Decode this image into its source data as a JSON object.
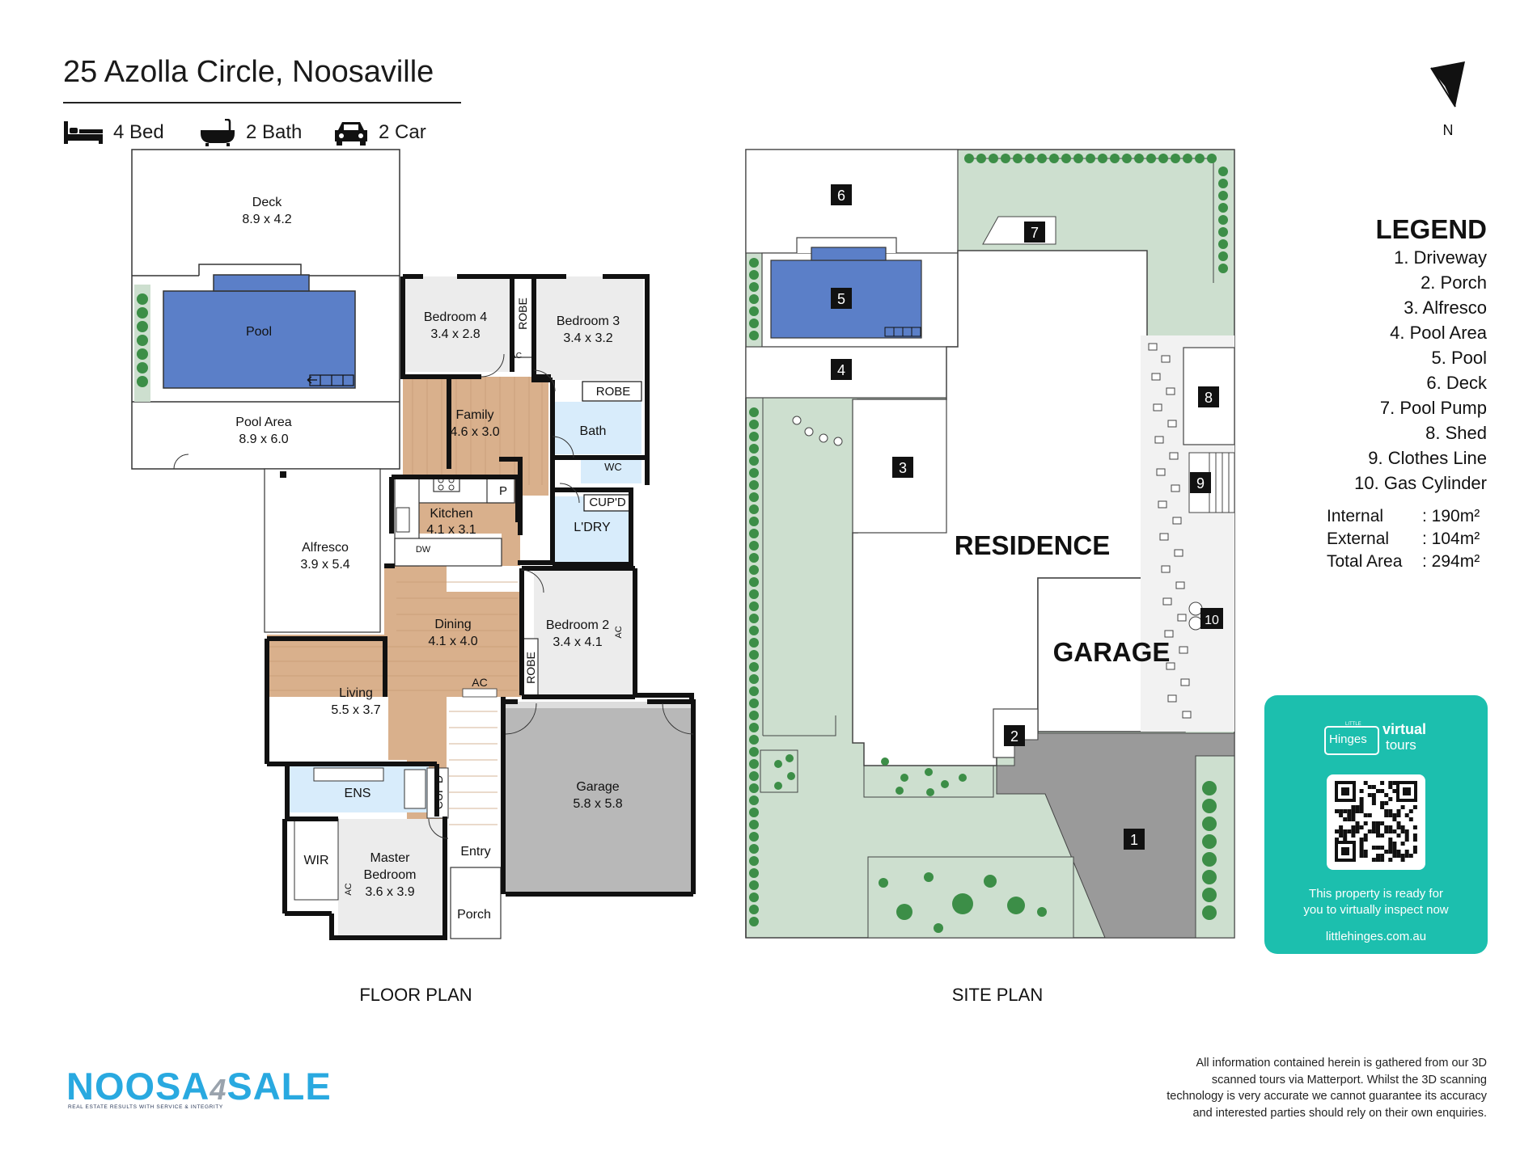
{
  "header": {
    "title": "25 Azolla Circle, Noosaville",
    "features": [
      {
        "icon": "bed-icon",
        "label": "4 Bed"
      },
      {
        "icon": "bath-icon",
        "label": "2 Bath"
      },
      {
        "icon": "car-icon",
        "label": "2 Car"
      }
    ]
  },
  "compass": {
    "label": "N"
  },
  "floor_plan": {
    "caption": "FLOOR PLAN",
    "rooms": [
      {
        "name": "Deck",
        "size": "8.9 x 4.2"
      },
      {
        "name": "Pool",
        "size": ""
      },
      {
        "name": "Pool Area",
        "size": "8.9 x 6.0"
      },
      {
        "name": "Bedroom 4",
        "size": "3.4 x 2.8"
      },
      {
        "name": "Bedroom 3",
        "size": "3.4 x 3.2"
      },
      {
        "name": "Family",
        "size": "4.6 x 3.0"
      },
      {
        "name": "Bath",
        "size": ""
      },
      {
        "name": "Kitchen",
        "size": "4.1 x 3.1"
      },
      {
        "name": "Alfresco",
        "size": "3.9 x 5.4"
      },
      {
        "name": "L'DRY",
        "size": ""
      },
      {
        "name": "Dining",
        "size": "4.1 x 4.0"
      },
      {
        "name": "Bedroom 2",
        "size": "3.4 x 4.1"
      },
      {
        "name": "Living",
        "size": "5.5 x 3.7"
      },
      {
        "name": "Garage",
        "size": "5.8 x 5.8"
      },
      {
        "name": "ENS",
        "size": ""
      },
      {
        "name": "Master",
        "size": "Bedroom"
      },
      {
        "name": "",
        "size": "3.6 x 3.9"
      },
      {
        "name": "Entry",
        "size": ""
      },
      {
        "name": "Porch",
        "size": ""
      },
      {
        "name": "WIR",
        "size": ""
      }
    ],
    "small_labels": {
      "robe": "ROBE",
      "ac": "AC",
      "wc": "WC",
      "cupd": "CUP'D",
      "pantry": "P",
      "dw": "DW"
    }
  },
  "site_plan": {
    "caption": "SITE PLAN",
    "residence": "RESIDENCE",
    "garage": "GARAGE",
    "markers": [
      "1",
      "2",
      "3",
      "4",
      "5",
      "6",
      "7",
      "8",
      "9",
      "10"
    ]
  },
  "legend": {
    "title": "LEGEND",
    "items": [
      "1. Driveway",
      "2. Porch",
      "3. Alfresco",
      "4. Pool Area",
      "5. Pool",
      "6. Deck",
      "7. Pool Pump",
      "8. Shed",
      "9. Clothes Line",
      "10. Gas Cylinder"
    ],
    "areas": [
      {
        "label": "Internal",
        "value": ": 190m²"
      },
      {
        "label": "External",
        "value": ": 104m²"
      },
      {
        "label": "Total Area",
        "value": ": 294m²"
      }
    ]
  },
  "little_hinges": {
    "brand_small": "LITTLE",
    "brand": "Hinges",
    "virtual": "virtual",
    "tours": "tours",
    "message_line1": "This property is ready for",
    "message_line2": "you to virtually inspect now",
    "url": "littlehinges.com.au"
  },
  "agency": {
    "name_part1": "NOOSA",
    "name_mid": "4",
    "name_part2": "SALE",
    "tagline": "REAL ESTATE RESULTS WITH SERVICE & INTEGRITY"
  },
  "disclaimer": {
    "lines": [
      "All information contained herein is gathered from our 3D",
      "scanned tours via Matterport. Whilst the 3D scanning",
      "technology is very accurate we cannot guarantee its accuracy",
      "and interested parties should rely on their own enquiries."
    ]
  },
  "colors": {
    "pool": "#5b7fc8",
    "timber": "#d9b08c",
    "wet": "#d8ecfb",
    "garage": "#b8b8b8",
    "lawn": "#cddfcf",
    "shrub": "#3c8e47",
    "driveway": "#9a9a9a",
    "teal": "#1cbfae",
    "brand_blue": "#29a9e0"
  }
}
